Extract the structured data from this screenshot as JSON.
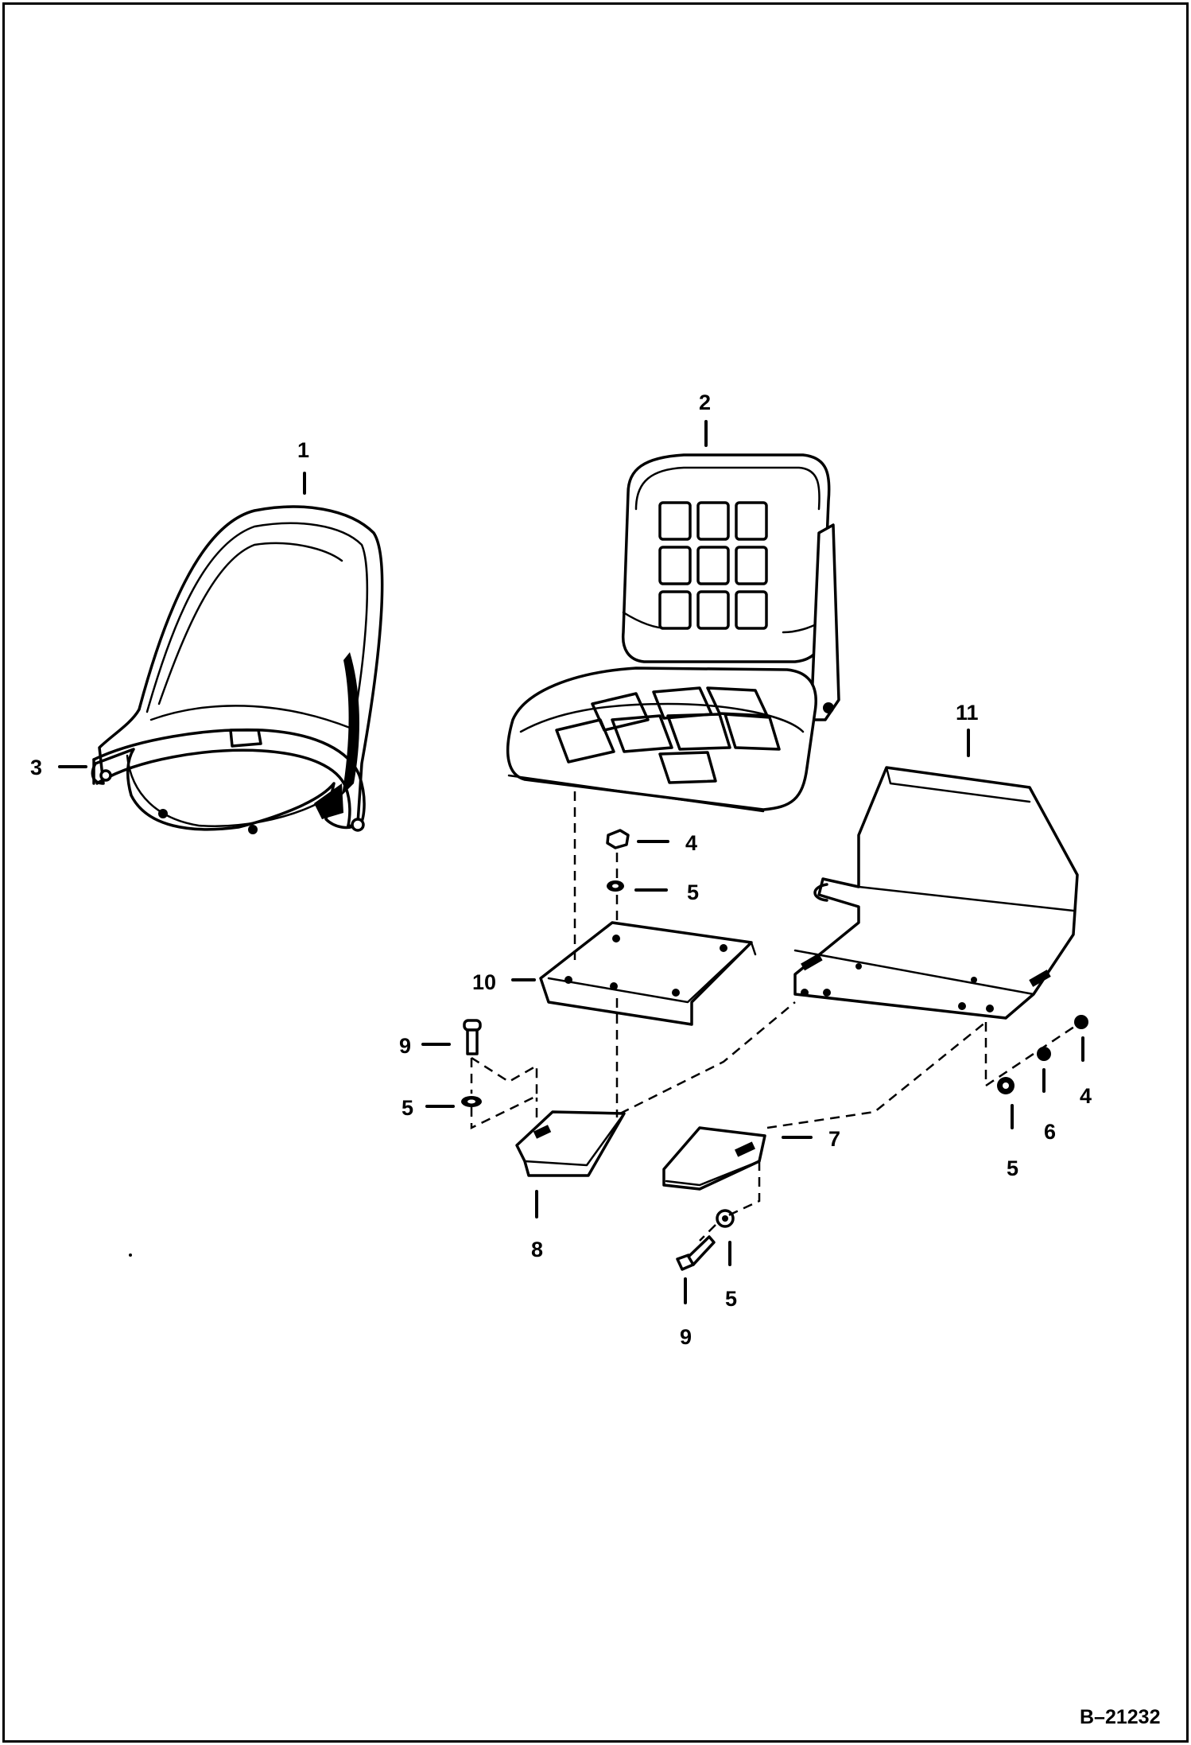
{
  "figure_id": "B–21232",
  "callouts": {
    "c1": "1",
    "c2": "2",
    "c3": "3",
    "c4a": "4",
    "c4b": "4",
    "c5a": "5",
    "c5b": "5",
    "c5c": "5",
    "c5d": "5",
    "c6": "6",
    "c7": "7",
    "c8": "8",
    "c9a": "9",
    "c9b": "9",
    "c10": "10",
    "c11": "11"
  }
}
